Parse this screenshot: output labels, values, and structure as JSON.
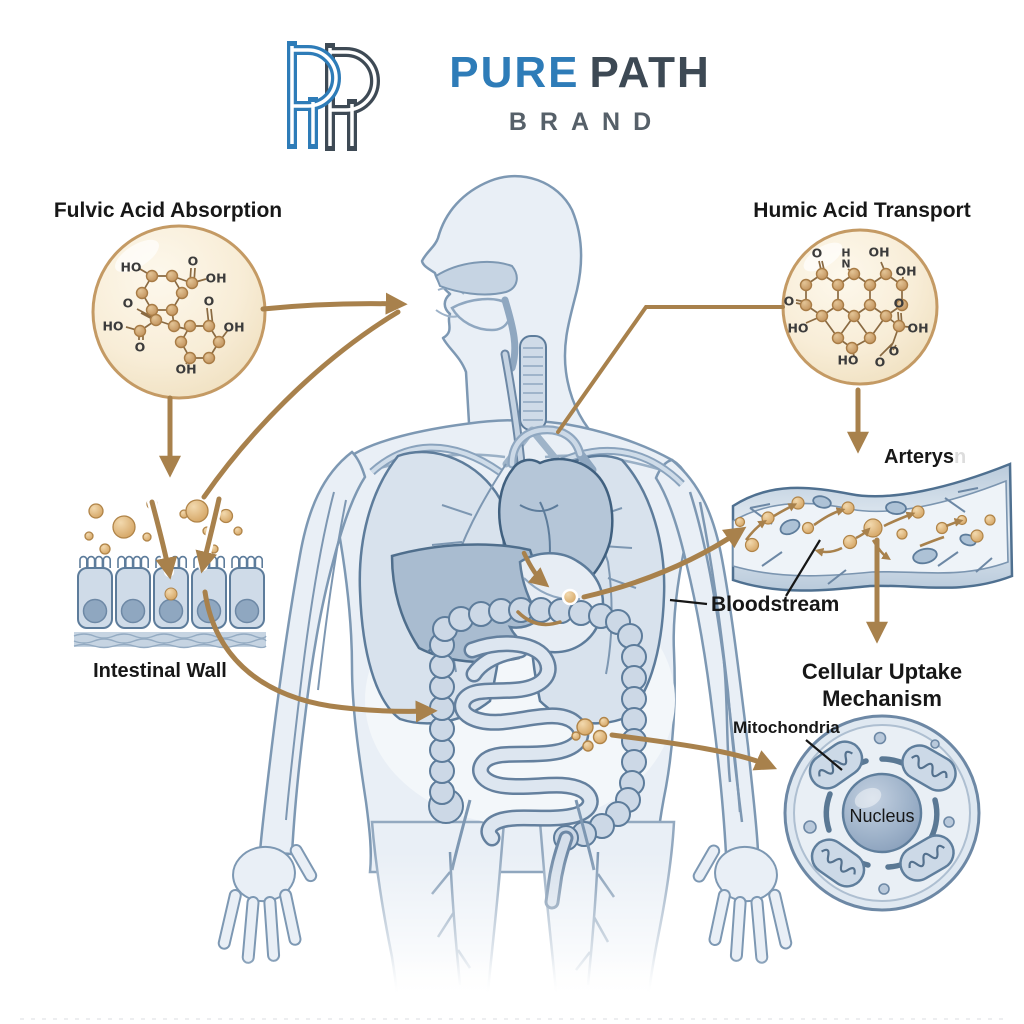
{
  "header": {
    "monogram_letters": "PP",
    "wordmark_primary": "PURE",
    "wordmark_secondary": "PATH",
    "wordmark_subtitle": "BRAND"
  },
  "callouts": {
    "fulvic": {
      "title": "Fulvic Acid Absorption",
      "atom_labels": [
        "HO",
        "O",
        "OH",
        "O",
        "HO",
        "O",
        "O",
        "OH",
        "OH"
      ]
    },
    "humic": {
      "title": "Humic Acid Transport",
      "atom_labels": [
        "O",
        "H",
        "N",
        "OH",
        "OH",
        "O",
        "HO",
        "O",
        "OH",
        "O",
        "HO",
        "O"
      ]
    },
    "intestinal_wall": {
      "caption": "Intestinal Wall"
    },
    "artery": {
      "caption": "Arterys",
      "ghost_suffix": "n",
      "interior_label": "Bloodstream"
    },
    "cell": {
      "title_line1": "Cellular Uptake",
      "title_line2": "Mechanism",
      "organelle_label": "Mitochondria",
      "nucleus_label": "Nucleus"
    }
  },
  "colors": {
    "logo_blue": "#2e7cb8",
    "logo_dark": "#3d4954",
    "arrow_tan": "#a8814c",
    "molecule_circle_fill": "#f9eed9",
    "molecule_circle_border": "#c49a64",
    "atom_fill": "#cfa670",
    "body_fill": "#eaf0f6",
    "body_outline": "#7d98b3",
    "organ_fill": "#b9c9db",
    "text_dark": "#171717"
  }
}
